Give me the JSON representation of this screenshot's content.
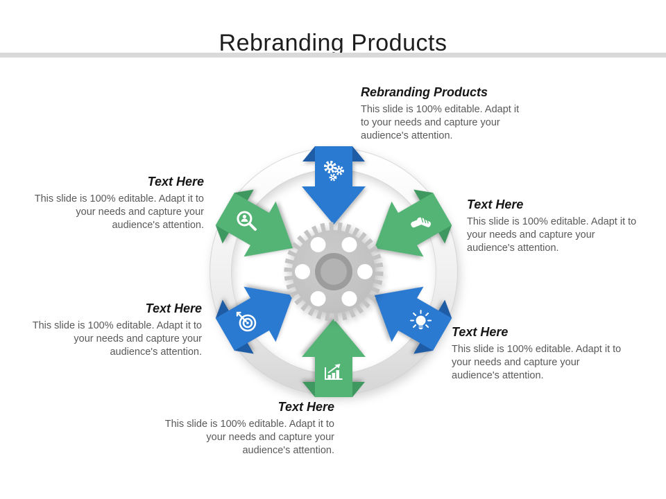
{
  "title": "Rebranding Products",
  "colors": {
    "arrow_blue": "#2b7ad2",
    "arrow_blue_dark": "#1e5ca6",
    "arrow_green": "#54b476",
    "arrow_green_dark": "#3f9860",
    "divider_gray": "#d9d9d9",
    "heading_text": "#161616",
    "body_text": "#595959",
    "gear_body": "#c4c4c4",
    "gear_hub": "#9c9c9c",
    "gear_hub_inner": "#b3b3b3",
    "ring_light": "#fbfbfb",
    "ring_dark": "#dadada"
  },
  "blocks": {
    "top": {
      "heading": "Rebranding Products",
      "body": "This slide is 100% editable. Adapt it to your needs and capture your audience's attention."
    },
    "upper_left": {
      "heading": "Text Here",
      "body": "This slide is 100% editable. Adapt it to your needs and capture your audience's attention."
    },
    "upper_right": {
      "heading": "Text Here",
      "body": "This slide is 100% editable. Adapt it to your needs and capture your audience's attention."
    },
    "lower_left": {
      "heading": "Text Here",
      "body": "This slide is 100% editable. Adapt it to your needs and capture your audience's attention."
    },
    "lower_right": {
      "heading": "Text Here",
      "body": "This slide is 100% editable. Adapt it to your needs and capture your audience's attention."
    },
    "bottom": {
      "heading": "Text Here",
      "body": "This slide is 100% editable. Adapt it to your needs and capture your audience's attention."
    }
  },
  "diagram": {
    "center_graphic": "gear",
    "ring": "circular-ring",
    "arrows": [
      {
        "position": "top",
        "color": "blue",
        "icon": "gears-icon"
      },
      {
        "position": "upper-right",
        "color": "green",
        "icon": "handshake-icon"
      },
      {
        "position": "lower-right",
        "color": "blue",
        "icon": "lightbulb-icon"
      },
      {
        "position": "bottom",
        "color": "green",
        "icon": "bar-chart-icon"
      },
      {
        "position": "lower-left",
        "color": "blue",
        "icon": "target-icon"
      },
      {
        "position": "upper-left",
        "color": "green",
        "icon": "person-search-icon"
      }
    ]
  }
}
